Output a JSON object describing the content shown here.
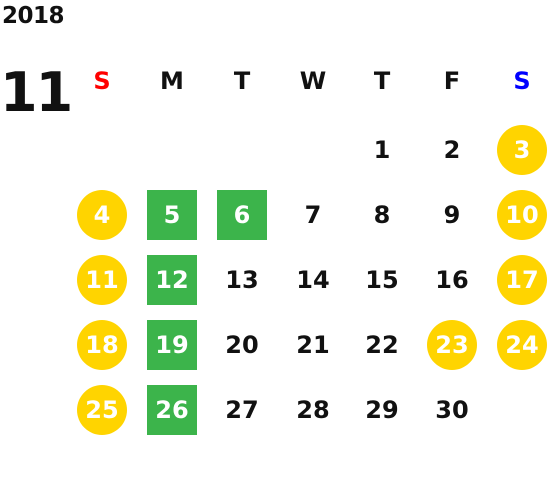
{
  "calendar": {
    "year": "2018",
    "month": "11",
    "weekdays": [
      {
        "label": "S",
        "color": "#ff0000"
      },
      {
        "label": "M",
        "color": "#111111"
      },
      {
        "label": "T",
        "color": "#111111"
      },
      {
        "label": "W",
        "color": "#111111"
      },
      {
        "label": "T",
        "color": "#111111"
      },
      {
        "label": "F",
        "color": "#111111"
      },
      {
        "label": "S",
        "color": "#0000ff"
      }
    ],
    "colors": {
      "holiday_circle": "#ffd400",
      "closed_box": "#3cb44b",
      "text": "#111111"
    },
    "days": [
      {
        "day": "1",
        "weekday": 4,
        "week": 0,
        "style": "normal"
      },
      {
        "day": "2",
        "weekday": 5,
        "week": 0,
        "style": "normal"
      },
      {
        "day": "3",
        "weekday": 6,
        "week": 0,
        "style": "holiday"
      },
      {
        "day": "4",
        "weekday": 0,
        "week": 1,
        "style": "holiday"
      },
      {
        "day": "5",
        "weekday": 1,
        "week": 1,
        "style": "closed"
      },
      {
        "day": "6",
        "weekday": 2,
        "week": 1,
        "style": "closed"
      },
      {
        "day": "7",
        "weekday": 3,
        "week": 1,
        "style": "normal"
      },
      {
        "day": "8",
        "weekday": 4,
        "week": 1,
        "style": "normal"
      },
      {
        "day": "9",
        "weekday": 5,
        "week": 1,
        "style": "normal"
      },
      {
        "day": "10",
        "weekday": 6,
        "week": 1,
        "style": "holiday"
      },
      {
        "day": "11",
        "weekday": 0,
        "week": 2,
        "style": "holiday"
      },
      {
        "day": "12",
        "weekday": 1,
        "week": 2,
        "style": "closed"
      },
      {
        "day": "13",
        "weekday": 2,
        "week": 2,
        "style": "normal"
      },
      {
        "day": "14",
        "weekday": 3,
        "week": 2,
        "style": "normal"
      },
      {
        "day": "15",
        "weekday": 4,
        "week": 2,
        "style": "normal"
      },
      {
        "day": "16",
        "weekday": 5,
        "week": 2,
        "style": "normal"
      },
      {
        "day": "17",
        "weekday": 6,
        "week": 2,
        "style": "holiday"
      },
      {
        "day": "18",
        "weekday": 0,
        "week": 3,
        "style": "holiday"
      },
      {
        "day": "19",
        "weekday": 1,
        "week": 3,
        "style": "closed"
      },
      {
        "day": "20",
        "weekday": 2,
        "week": 3,
        "style": "normal"
      },
      {
        "day": "21",
        "weekday": 3,
        "week": 3,
        "style": "normal"
      },
      {
        "day": "22",
        "weekday": 4,
        "week": 3,
        "style": "normal"
      },
      {
        "day": "23",
        "weekday": 5,
        "week": 3,
        "style": "holiday"
      },
      {
        "day": "24",
        "weekday": 6,
        "week": 3,
        "style": "holiday"
      },
      {
        "day": "25",
        "weekday": 0,
        "week": 4,
        "style": "holiday"
      },
      {
        "day": "26",
        "weekday": 1,
        "week": 4,
        "style": "closed"
      },
      {
        "day": "27",
        "weekday": 2,
        "week": 4,
        "style": "normal"
      },
      {
        "day": "28",
        "weekday": 3,
        "week": 4,
        "style": "normal"
      },
      {
        "day": "29",
        "weekday": 4,
        "week": 4,
        "style": "normal"
      },
      {
        "day": "30",
        "weekday": 5,
        "week": 4,
        "style": "normal"
      }
    ]
  }
}
